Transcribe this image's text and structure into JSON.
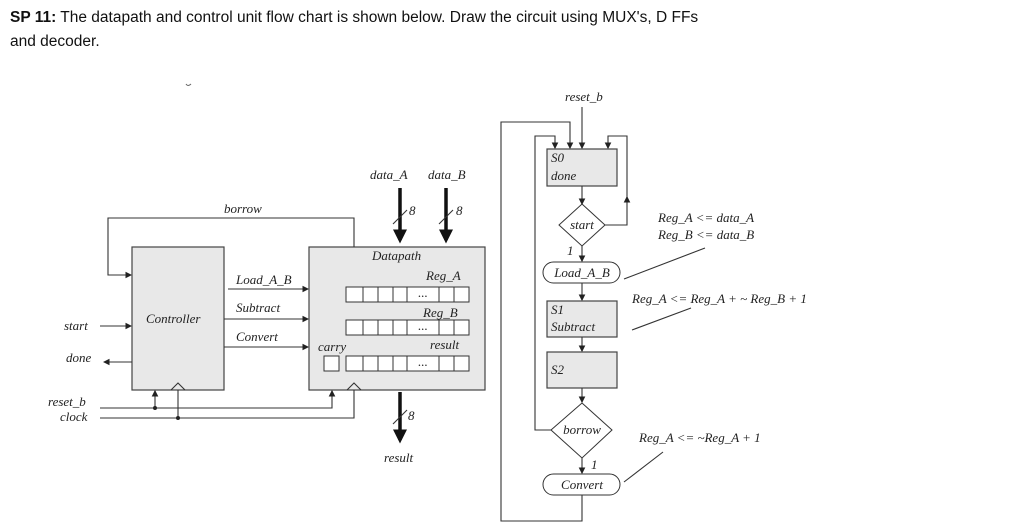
{
  "question": {
    "label": "SP 11:",
    "text": " The datapath and control unit flow chart is shown below. Draw the circuit using MUX's, D FFs",
    "text_line2": "and decoder."
  },
  "block_diagram": {
    "controller": "Controller",
    "datapath": "Datapath",
    "borrow": "borrow",
    "signals": [
      "Load_A_B",
      "Subtract",
      "Convert"
    ],
    "start": "start",
    "done": "done",
    "reset_b": "reset_b",
    "clock": "clock",
    "data_a": "data_A",
    "data_b": "data_B",
    "bus_width": "8",
    "reg_a": "Reg_A",
    "reg_b": "Reg_B",
    "carry": "carry",
    "result_reg": "result",
    "result_out": "result",
    "ellipsis": "..."
  },
  "flowchart": {
    "reset_b": "reset_b",
    "s0": "S0",
    "s0_output": "done",
    "start_decision": "start",
    "start_true": "1",
    "load": "Load_A_B",
    "s1": "S1",
    "s1_output": "Subtract",
    "s2": "S2",
    "borrow_decision": "borrow",
    "borrow_true": "1",
    "convert": "Convert",
    "note_load_1": "Reg_A <= data_A",
    "note_load_2": "Reg_B <= data_B",
    "note_subtract": "Reg_A <= Reg_A + ~ Reg_B + 1",
    "note_convert": "Reg_A <= ~Reg_A + 1"
  }
}
